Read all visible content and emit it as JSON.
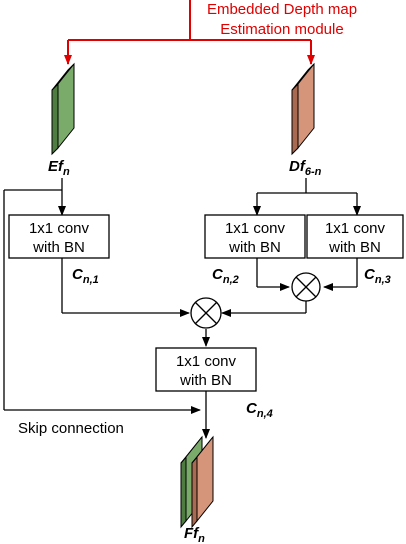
{
  "module": {
    "line1": "Embedded Depth map",
    "line2": "Estimation module",
    "color": "#e00000"
  },
  "features": {
    "ef": {
      "base": "Ef",
      "sub": "n",
      "color": "#7aab6a"
    },
    "df": {
      "base": "Df",
      "sub": "6-n",
      "color": "#d4957a"
    },
    "ff": {
      "base": "Ff",
      "sub": "n"
    }
  },
  "conv_blocks": [
    {
      "line1": "1x1 conv",
      "line2": "with BN",
      "label_base": "C",
      "label_sub": "n,1"
    },
    {
      "line1": "1x1 conv",
      "line2": "with BN",
      "label_base": "C",
      "label_sub": "n,2"
    },
    {
      "line1": "1x1 conv",
      "line2": "with BN",
      "label_base": "C",
      "label_sub": "n,3"
    },
    {
      "line1": "1x1 conv",
      "line2": "with BN",
      "label_base": "C",
      "label_sub": "n,4"
    }
  ],
  "skip_label": "Skip connection"
}
